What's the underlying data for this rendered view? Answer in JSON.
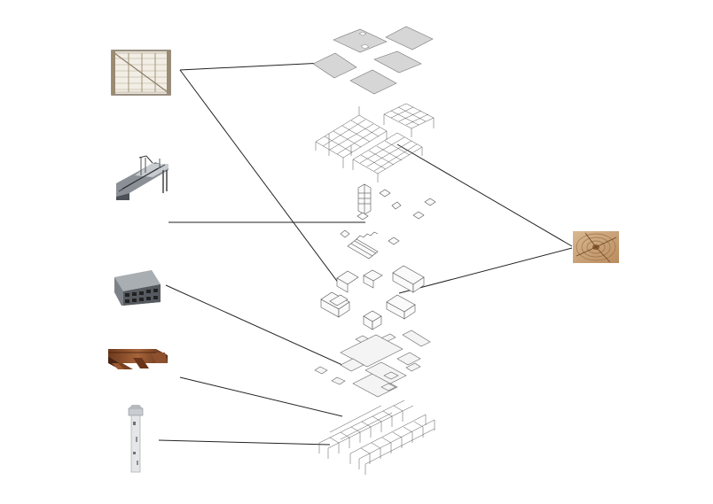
{
  "diagram": {
    "type": "exploded-axonometric",
    "material_photos": [
      {
        "icon": "framed-wall-panel-photo"
      },
      {
        "icon": "steel-staircase-photo"
      },
      {
        "icon": "hollow-core-slab-photo"
      },
      {
        "icon": "steel-i-beam-photo"
      },
      {
        "icon": "concrete-column-photo"
      },
      {
        "icon": "timber-cross-section-photo"
      }
    ],
    "layers": [
      {
        "icon": "roof-panels"
      },
      {
        "icon": "roof-frame"
      },
      {
        "icon": "stairs-and-cores"
      },
      {
        "icon": "room-modules"
      },
      {
        "icon": "floor-slabs"
      },
      {
        "icon": "beams-and-columns"
      }
    ],
    "colors": {
      "leader_line": "#222222",
      "timber": "#c9a47c",
      "steel_rust": "#8a4f2a",
      "concrete": "#9ea3a8"
    }
  }
}
